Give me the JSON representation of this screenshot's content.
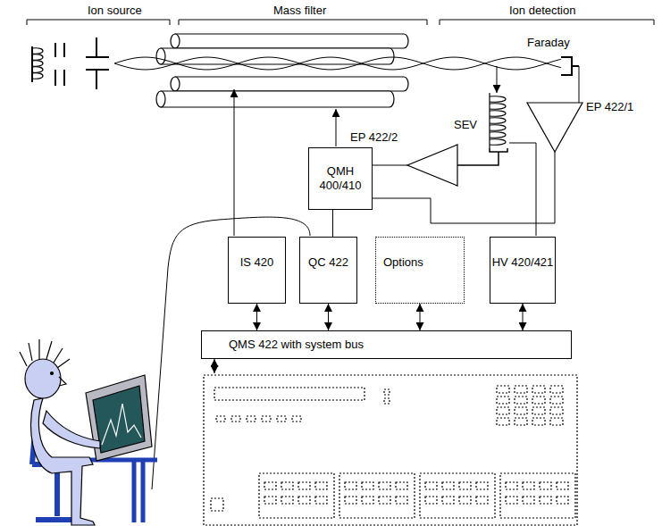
{
  "diagram": {
    "nodes": [
      {
        "text": [
          "QMH 400/410"
        ]
      },
      {
        "text": [
          "IS 420"
        ]
      },
      {
        "text": [
          "QC 422"
        ]
      },
      {
        "text": [
          "Options"
        ]
      },
      {
        "text": [
          "HV 420/421"
        ]
      },
      {
        "text": [
          "QMS 422 with system bus"
        ]
      }
    ],
    "edges": [
      {
        "from": 2,
        "to": 0,
        "arrow": "none"
      },
      {
        "from": 1,
        "to": 5,
        "arrow": "both"
      },
      {
        "from": 2,
        "to": 5,
        "arrow": "both"
      },
      {
        "from": 3,
        "to": 5,
        "arrow": "both"
      },
      {
        "from": 4,
        "to": 5,
        "arrow": "both"
      }
    ],
    "labels": [
      "Ion source",
      "Mass filter",
      "Ion detection",
      "Faraday",
      "SEV",
      "EP 422/1",
      "EP 422/2"
    ]
  }
}
